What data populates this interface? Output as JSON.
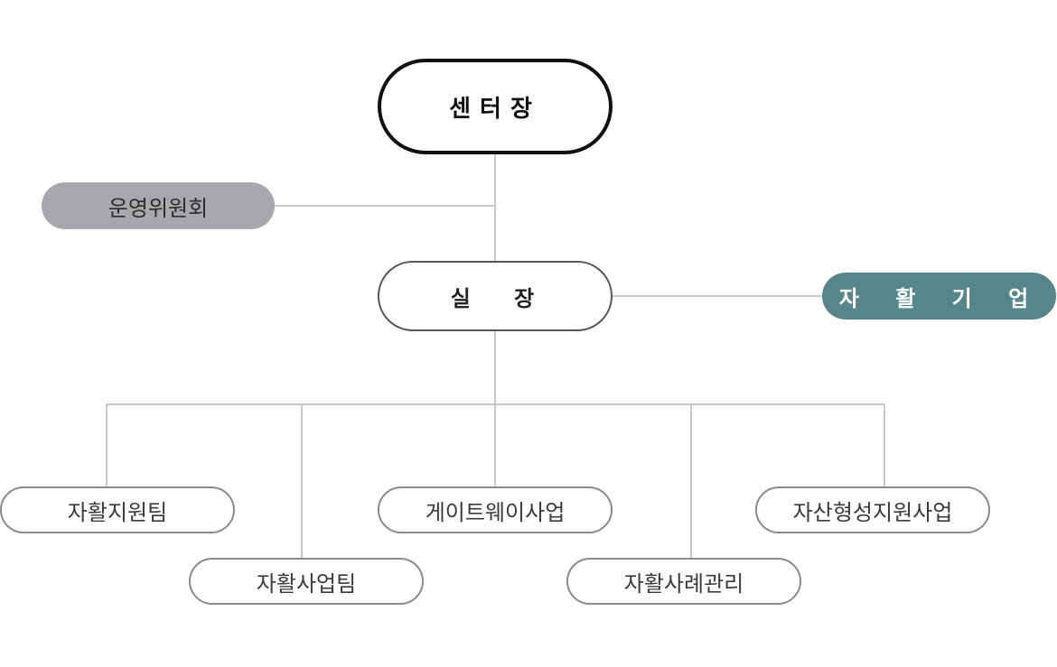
{
  "org_chart": {
    "head": "센터장",
    "committee": "운영위원회",
    "chief": "실 장",
    "enterprise": "자 활 기 업",
    "teams": [
      "자활지원팀",
      "자활사업팀",
      "게이트웨이사업",
      "자활사례관리",
      "자산형성지원사업"
    ]
  },
  "colors": {
    "committee_fill": "#a7a8ab",
    "enterprise_fill": "#56868a",
    "line": "#c8c8c8",
    "head_border": "#111111"
  }
}
